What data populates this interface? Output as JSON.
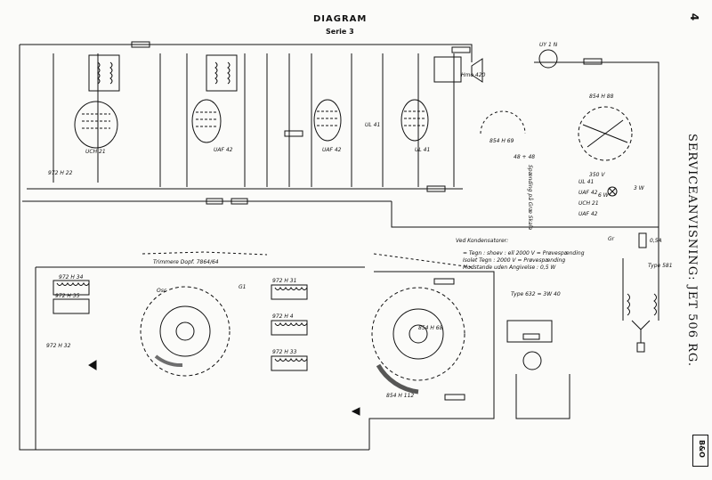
{
  "header": {
    "title": "DIAGRAM",
    "subtitle": "Serie 3"
  },
  "page_number": "4",
  "side_title": "SERVICEANVISNING: JET 506 RG.",
  "logo": {
    "text": "B&O"
  },
  "tubes": {
    "converter": "UCH 21",
    "if_amp": "UAF 42",
    "audio_pre": "UAF 42",
    "output": "UL 41",
    "rectifier": "UY 1 N"
  },
  "switches": {
    "main": "854 H 88",
    "tone": "854 H 69",
    "band": "854 H 68",
    "band2": "854 H 112"
  },
  "coils": {
    "osc": "972 H 22",
    "aerial1": "972 H 34",
    "aerial2": "972 H 35",
    "aerial3": "972 H 32",
    "sw1": "972 H 31",
    "sw2": "972 H 4",
    "sw3": "972 H 33"
  },
  "notes": {
    "legend_title": "Ved Kondensatorer:",
    "legend_lines": [
      "= Tegn : shoev : ell 2000 V = Prøvespænding",
      "Isolet Tegn : 2000 V = Prøvespænding",
      "Modstande uden Angivelse : 0,5 W"
    ],
    "trimmer": "Trimmere Dopf. 7864/64",
    "dial": "Spænding på Græ Skala",
    "lamp_labels": [
      "UL 41",
      "UAF 42",
      "UCH 21",
      "UAF 42"
    ],
    "fuse": "0,5A",
    "mains": "Type 581",
    "voltage": "Type 632 = 3W 40",
    "speaker": "Hmo 420",
    "misc": [
      "UL 41",
      "3 W",
      "6 W",
      "48 + 48",
      "350 V"
    ]
  },
  "labels": {
    "osc": "Osc",
    "g1": "G1",
    "gr": "Gr"
  }
}
